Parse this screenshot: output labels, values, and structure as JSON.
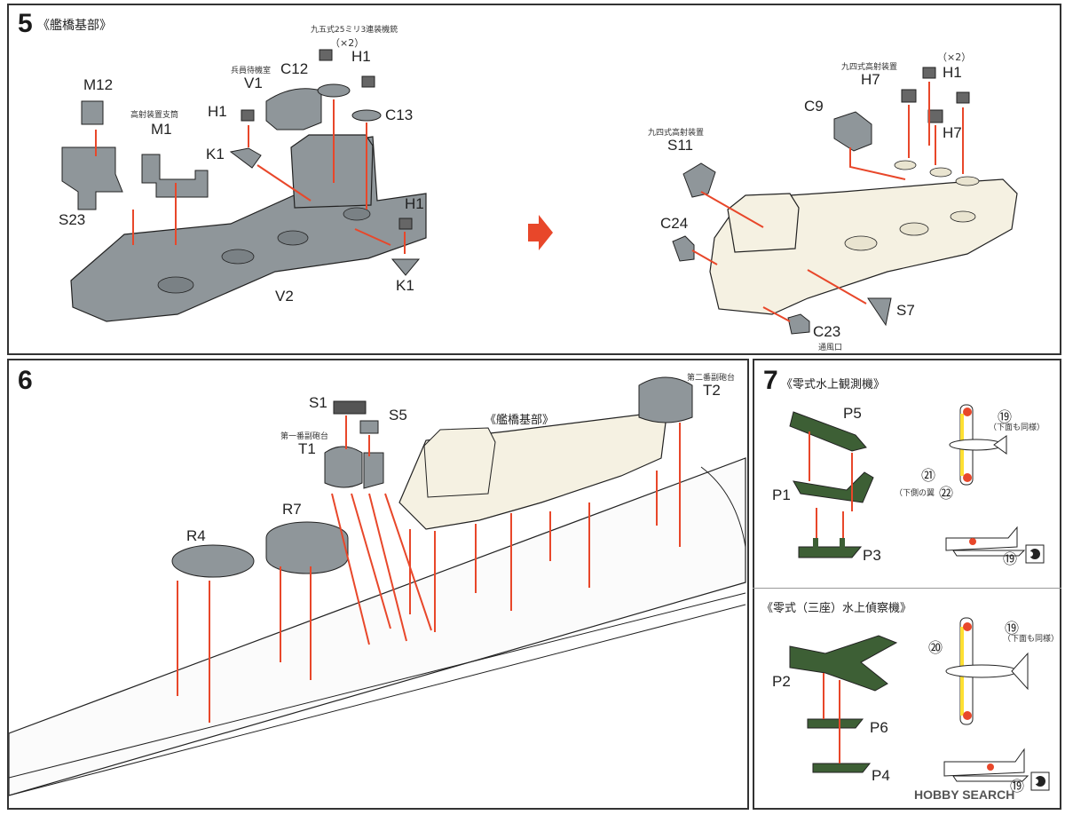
{
  "step5": {
    "number": "5",
    "title": "《艦橋基部》",
    "left": {
      "m12": "M12",
      "m1_sub": "高射装置支筒",
      "m1": "M1",
      "s23": "S23",
      "h1_a": "H1",
      "k1_a": "K1",
      "v1_sub": "兵員待機室",
      "v1": "V1",
      "c12": "C12",
      "h1_top_sub": "九五式25ミリ3連装機銃",
      "x2_a": "（×2）",
      "h1_b": "H1",
      "c13": "C13",
      "h1_c": "H1",
      "k1_b": "K1",
      "v2": "V2"
    },
    "right": {
      "h7_sub": "九四式高射装置",
      "h7_a": "H7",
      "x2_b": "（×2）",
      "h1_d": "H1",
      "c9": "C9",
      "h7_b": "H7",
      "s11_sub": "九四式高射装置",
      "s11": "S11",
      "c24": "C24",
      "s7": "S7",
      "c23": "C23",
      "c23_sub": "通風口"
    }
  },
  "step6": {
    "number": "6",
    "s1": "S1",
    "s5": "S5",
    "t1_sub": "第一番副砲台",
    "t1": "T1",
    "bridge_label": "《艦橋基部》",
    "t2_sub": "第二番副砲台",
    "t2": "T2",
    "r7": "R7",
    "r4": "R4"
  },
  "step7": {
    "number": "7",
    "title1": "《零式水上観測機》",
    "p5": "P5",
    "p1": "P1",
    "p3": "P3",
    "d19_a": "⑲",
    "same_bottom_a": "（下面も同様）",
    "d21": "㉑",
    "lower_wing": "（下側の翼",
    "d22": "㉒",
    "d19_b": "⑲",
    "title2": "《零式（三座）水上偵察機》",
    "p2": "P2",
    "p6": "P6",
    "p4": "P4",
    "d19_c": "⑲",
    "same_bottom_b": "（下面も同様）",
    "d20": "⑳",
    "d19_d": "⑲"
  },
  "footer": {
    "logo": "HOBBY SEARCH"
  },
  "colors": {
    "gray_part": "#8f969a",
    "cream_part": "#f5f1e2",
    "green_part": "#3d5f35",
    "arrow_red": "#e8472a"
  }
}
